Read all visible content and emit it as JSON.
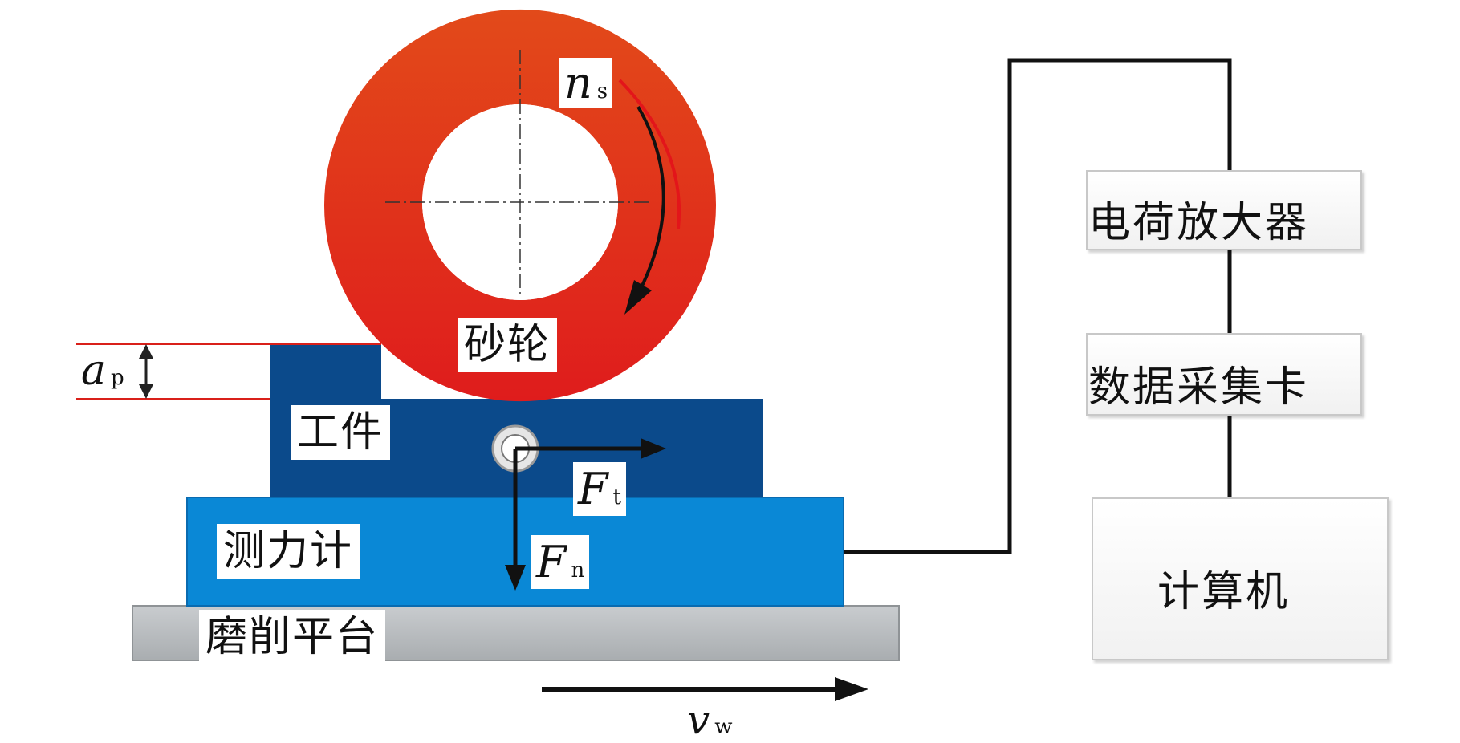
{
  "labels": {
    "wheel": "砂轮",
    "workpiece": "工件",
    "dynamometer": "测力计",
    "platform": "磨削平台",
    "amplifier": "电荷放大器",
    "daq": "数据采集卡",
    "computer": "计算机"
  },
  "symbols": {
    "ns": {
      "main": "n",
      "sub": "s"
    },
    "ap": {
      "main": "a",
      "sub": "p"
    },
    "ft": {
      "main": "F",
      "sub": "t"
    },
    "fn": {
      "main": "F",
      "sub": "n"
    },
    "vw": {
      "main": "v",
      "sub": "w"
    }
  },
  "colors": {
    "wheel": "#e2361a",
    "workpiece": "#0b4a8b",
    "dynamometer": "#0a88d6",
    "platform": "#b8bcbf",
    "depth_line": "#d9201a",
    "wire": "#111111"
  }
}
